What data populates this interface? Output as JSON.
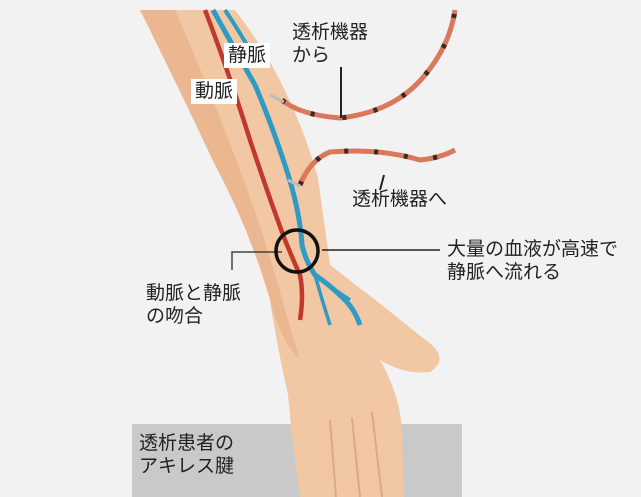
{
  "labels": {
    "vein": "静脈",
    "artery": "動脈",
    "from_machine": "透析機器\nから",
    "to_machine": "透析機器へ",
    "high_flow": "大量の血液が高速で\n静脈へ流れる",
    "anastomosis": "動脈と静脈\nの吻合",
    "achilles": "透析患者の\nアキレス腱"
  },
  "colors": {
    "background": "#f2f2f2",
    "skin": "#f2c7a3",
    "skin_shadow": "#e4a982",
    "artery": "#c0392b",
    "vein": "#2f9bc4",
    "tube": "#d9785a",
    "tube_dash": "#3a2a24",
    "circle": "#111111",
    "panel": "#c9c9c9"
  }
}
